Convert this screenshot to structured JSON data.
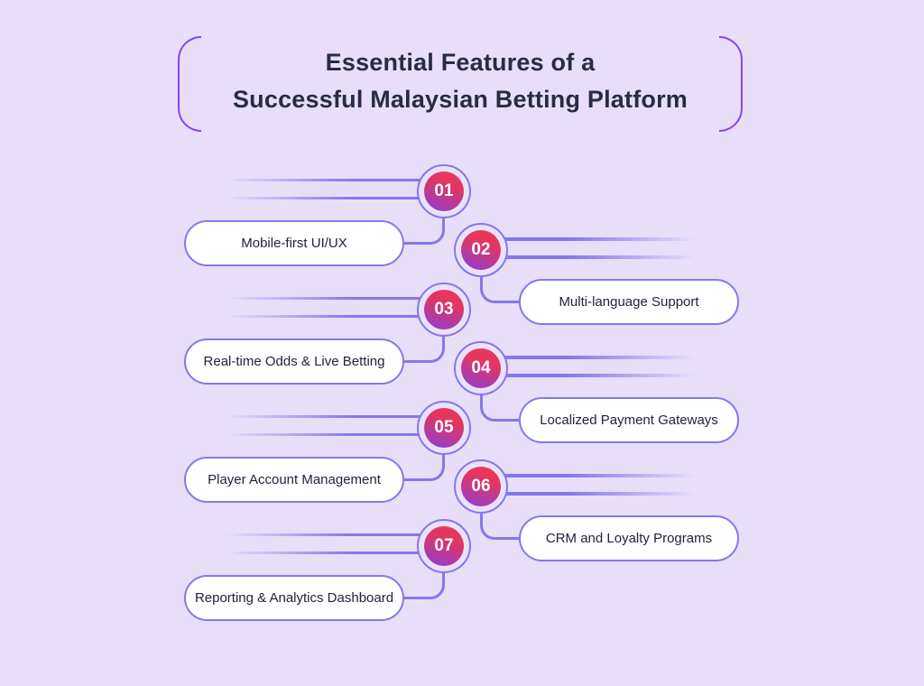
{
  "title": {
    "line1": "Essential Features of a",
    "line2": "Successful Malaysian Betting Platform"
  },
  "items": [
    {
      "number": "01",
      "label": "Mobile-first UI/UX"
    },
    {
      "number": "02",
      "label": "Multi-language Support"
    },
    {
      "number": "03",
      "label": "Real-time Odds & Live Betting"
    },
    {
      "number": "04",
      "label": "Localized Payment Gateways"
    },
    {
      "number": "05",
      "label": "Player Account Management"
    },
    {
      "number": "06",
      "label": "CRM and Loyalty Programs"
    },
    {
      "number": "07",
      "label": "Reporting & Analytics Dashboard"
    }
  ],
  "colors": {
    "background": "#e8def8",
    "stroke_purple": "#8577ec",
    "bracket_purple": "#8c44ee",
    "badge_gradient_start": "#ee3956",
    "badge_gradient_end": "#8b3fd9",
    "title_text": "#272c42",
    "label_text": "#20243a",
    "pill_fill": "#ffffff"
  }
}
